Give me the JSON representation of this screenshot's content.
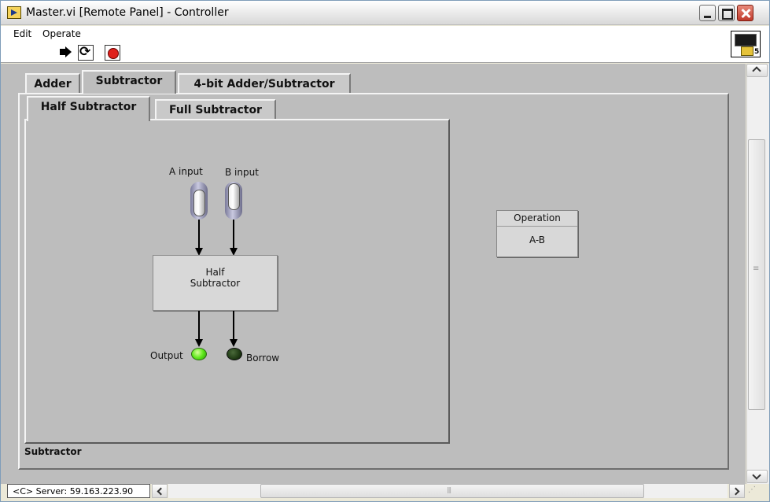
{
  "window": {
    "title": "Master.vi [Remote Panel] - Controller"
  },
  "menu": {
    "edit": "Edit",
    "operate": "Operate"
  },
  "vi_icon": {
    "number": "5"
  },
  "tabs": {
    "outer": [
      "Adder",
      "Subtractor",
      "4-bit Adder/Subtractor"
    ],
    "outer_selected": "Subtractor",
    "inner": [
      "Half Subtractor",
      "Full Subtractor"
    ],
    "inner_selected": "Half Subtractor"
  },
  "panel": {
    "caption": "Subtractor",
    "a_input_label": "A input",
    "b_input_label": "B input",
    "block_label_line1": "Half",
    "block_label_line2": "Subtractor",
    "output_label": "Output",
    "borrow_label": "Borrow",
    "output_led_state": "on",
    "borrow_led_state": "off",
    "a_toggle_state": "off",
    "b_toggle_state": "on"
  },
  "operation": {
    "title": "Operation",
    "value": "A-B"
  },
  "status": {
    "server": "<C> Server: 59.163.223.90"
  },
  "colors": {
    "panel_bg": "#bdbdbd",
    "led_on": "#5fe81c",
    "led_off": "#1f3a14"
  }
}
